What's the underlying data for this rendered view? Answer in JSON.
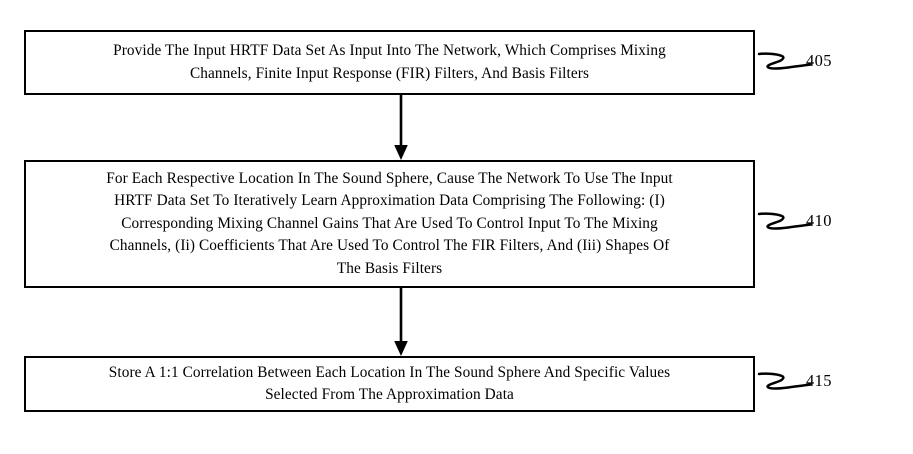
{
  "figure": {
    "title": "HRTF Network Training Flowchart",
    "background_color": "#ffffff",
    "stroke_color": "#000000"
  },
  "steps": [
    {
      "ref": "405",
      "lines": [
        "Provide The Input HRTF Data Set As Input Into The Network, Which Comprises Mixing",
        "Channels, Finite Input Response (FIR) Filters, And Basis Filters"
      ]
    },
    {
      "ref": "410",
      "lines": [
        "For Each Respective Location In The Sound Sphere, Cause The Network To Use The Input",
        "HRTF Data Set To Iteratively Learn Approximation Data Comprising The Following: (I)",
        "Corresponding Mixing Channel Gains That Are Used To Control Input To The Mixing",
        "Channels, (Ii) Coefficients That Are Used To Control The FIR Filters, And (Iii) Shapes Of",
        "The Basis Filters"
      ]
    },
    {
      "ref": "415",
      "lines": [
        "Store A 1:1 Correlation Between Each Location In The Sound Sphere And Specific Values",
        "Selected From The Approximation Data"
      ]
    }
  ],
  "connectors": [
    {
      "from_ref": "405",
      "to_ref": "410",
      "style": "arrow-down"
    },
    {
      "from_ref": "410",
      "to_ref": "415",
      "style": "arrow-down"
    }
  ],
  "leaders": [
    {
      "ref": "405",
      "style": "squiggle"
    },
    {
      "ref": "410",
      "style": "squiggle"
    },
    {
      "ref": "415",
      "style": "squiggle"
    }
  ]
}
